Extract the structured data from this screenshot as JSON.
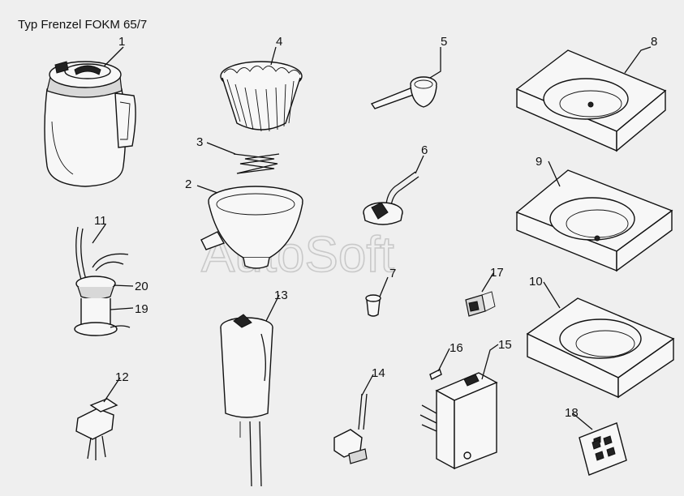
{
  "title": "Typ Frenzel FOKM 65/7",
  "watermark": "AutoSoft",
  "callouts": [
    {
      "id": "1"
    },
    {
      "id": "2"
    },
    {
      "id": "3"
    },
    {
      "id": "4"
    },
    {
      "id": "5"
    },
    {
      "id": "6"
    },
    {
      "id": "7"
    },
    {
      "id": "8"
    },
    {
      "id": "9"
    },
    {
      "id": "10"
    },
    {
      "id": "11"
    },
    {
      "id": "12"
    },
    {
      "id": "13"
    },
    {
      "id": "14"
    },
    {
      "id": "15"
    },
    {
      "id": "16"
    },
    {
      "id": "17"
    },
    {
      "id": "18"
    },
    {
      "id": "19"
    },
    {
      "id": "20"
    }
  ]
}
